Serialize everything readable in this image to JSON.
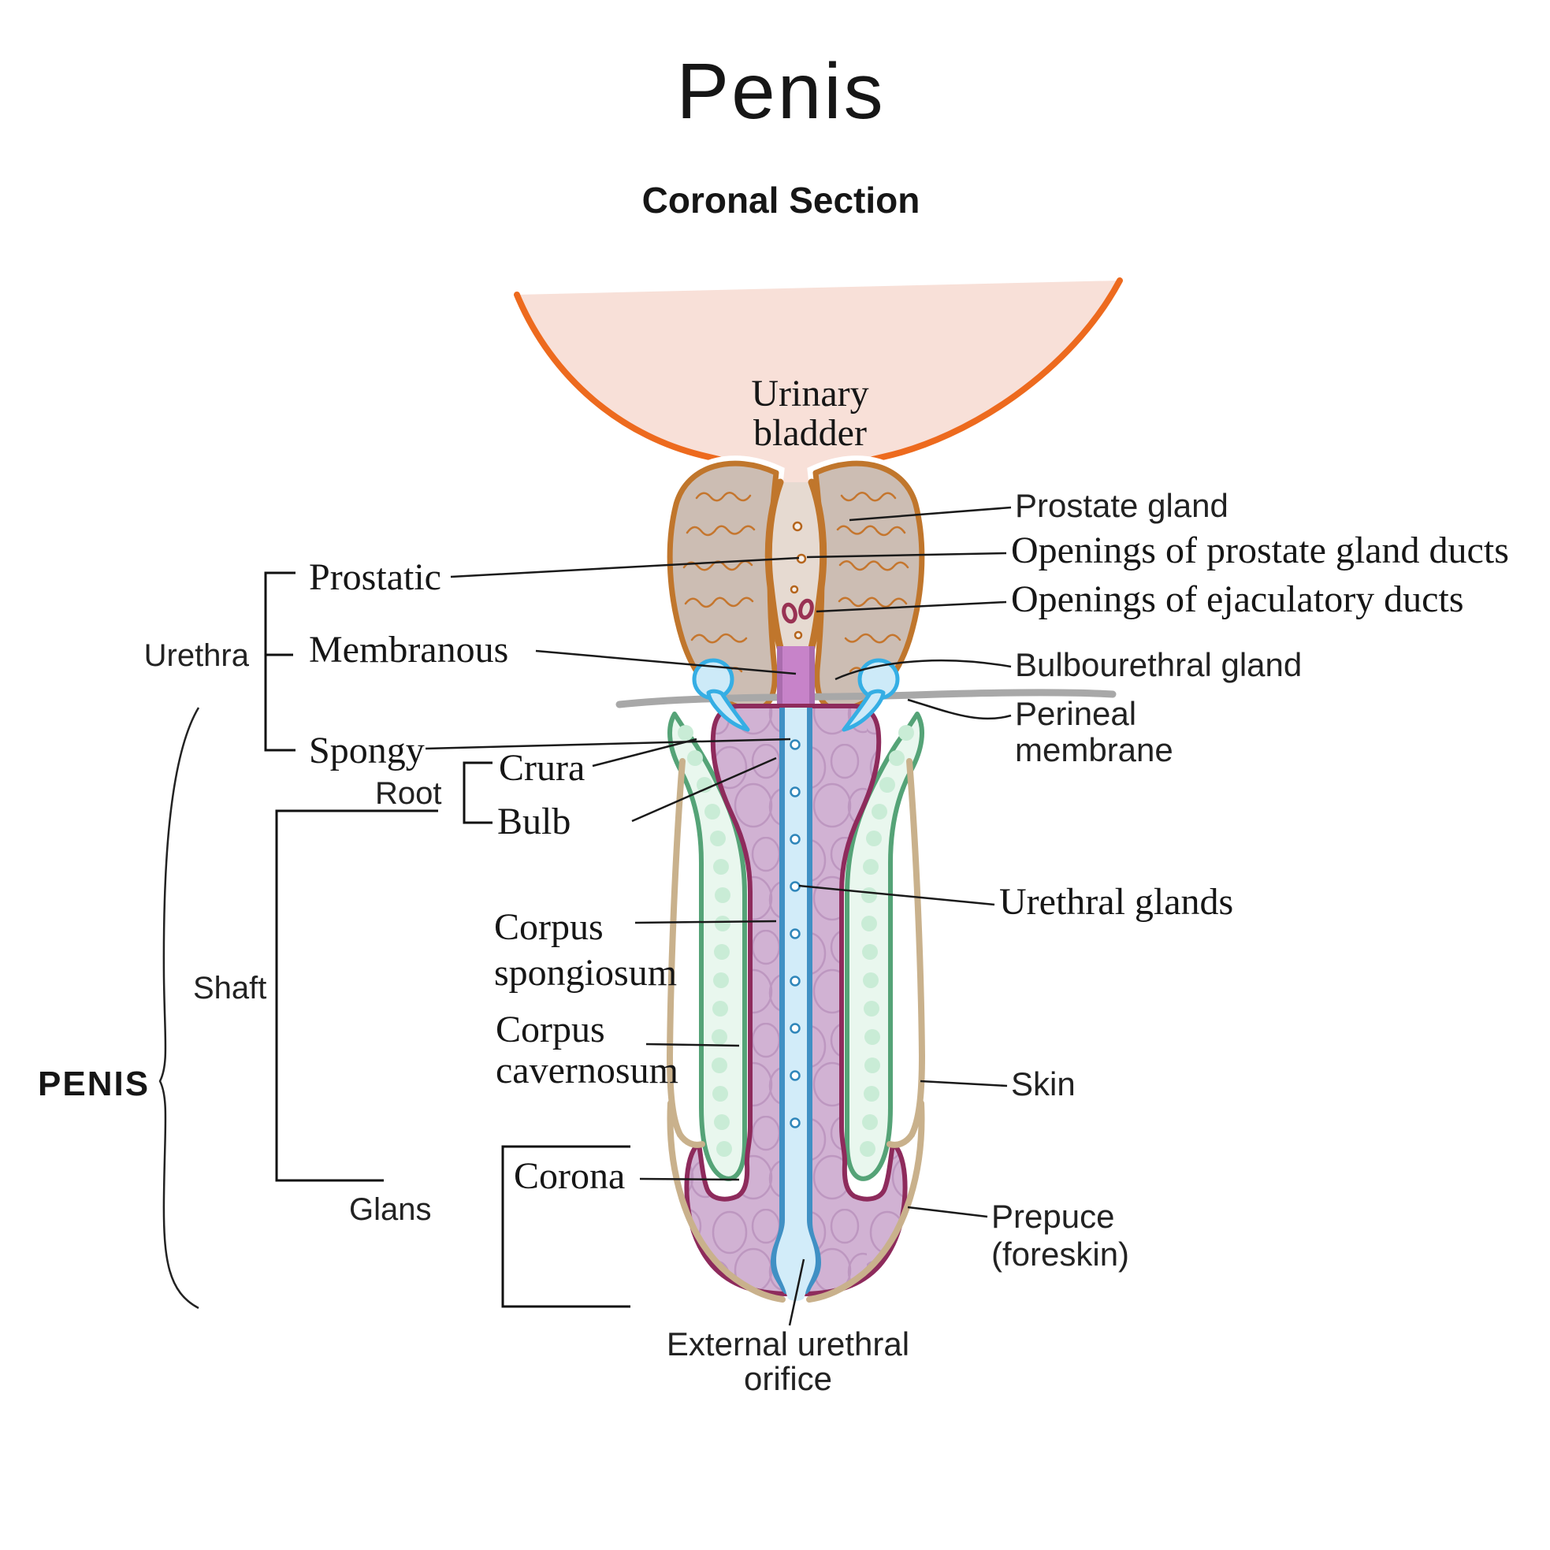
{
  "title": "Penis",
  "subtitle": "Coronal Section",
  "colors": {
    "subtitle_purple": "#6a70ae",
    "bladder_outline_orange": "#ed6a1e",
    "bladder_fill_pink": "#f8e0d8",
    "prostate_fill_tan": "#ccbdb3",
    "prostate_outline_brown": "#c0762c",
    "perineal_membrane_gray": "#a8a8a8",
    "bulbourethral_blue": "#35aee4",
    "cavernosum_green": "#55a377",
    "spongiosum_mauve_fill": "#d1b2d3",
    "spongiosum_outline_maroon": "#8e2b5c",
    "urethra_wall_blue": "#4090c4",
    "urethra_lumen_blue": "#d2ecf9",
    "membranous_purple": "#c783c9",
    "skin_tan": "#c9b18c"
  },
  "labels": {
    "bladder_line1": "Urinary",
    "bladder_line2": "bladder",
    "prostate_gland": "Prostate gland",
    "openings_prostate_ducts": "Openings of prostate gland ducts",
    "openings_ejaculatory_ducts": "Openings of ejaculatory ducts",
    "bulbourethral_gland": "Bulbourethral gland",
    "perineal_line1": "Perineal",
    "perineal_line2": "membrane",
    "urethra": "Urethra",
    "prostatic": "Prostatic",
    "membranous": "Membranous",
    "spongy": "Spongy",
    "root": "Root",
    "crura": "Crura",
    "bulb": "Bulb",
    "corpus_spongiosum_line1": "Corpus",
    "corpus_spongiosum_line2": "spongiosum",
    "corpus_cavernosum_line1": "Corpus",
    "corpus_cavernosum_line2": "cavernosum",
    "urethral_glands": "Urethral glands",
    "shaft": "Shaft",
    "penis_side": "PENIS",
    "skin": "Skin",
    "corona": "Corona",
    "glans": "Glans",
    "prepuce_line1": "Prepuce",
    "prepuce_line2": "(foreskin)",
    "external_line1": "External urethral",
    "external_line2": "orifice"
  }
}
